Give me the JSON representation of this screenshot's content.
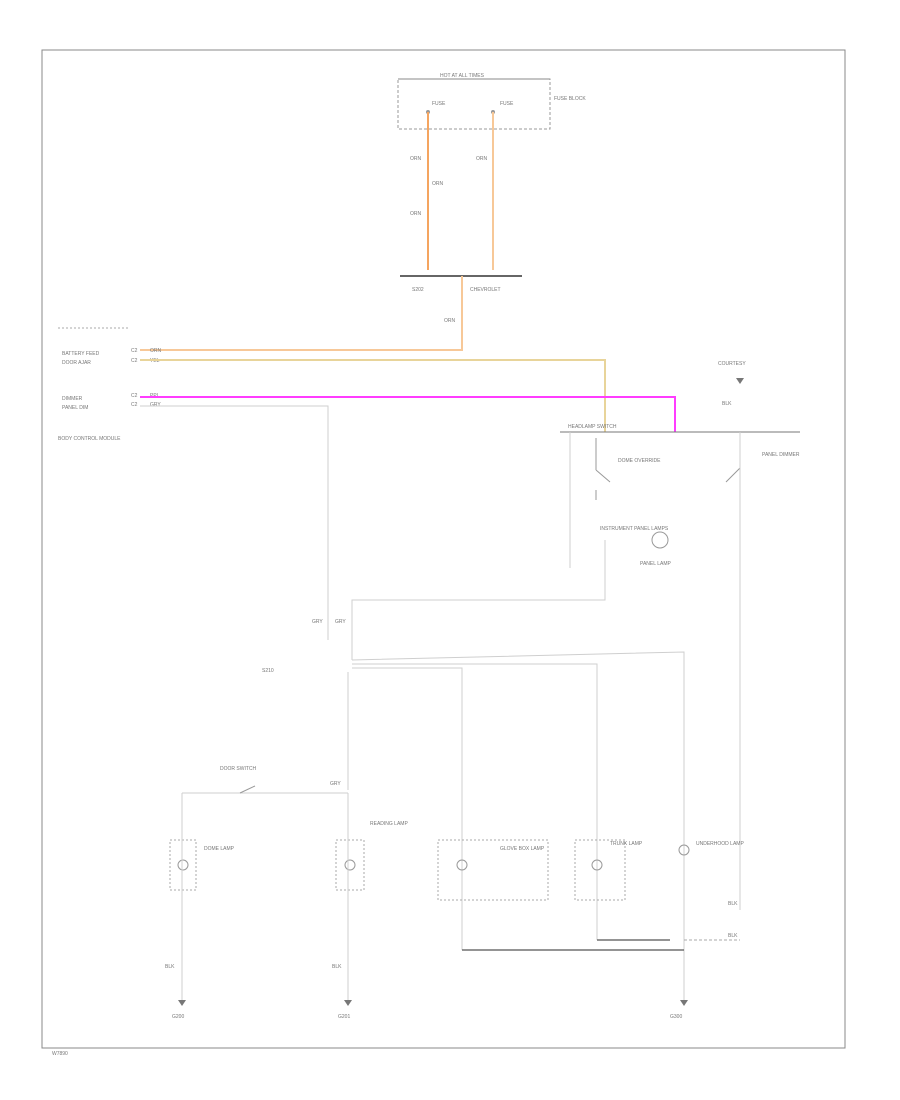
{
  "colors": {
    "orange": "#f5a560",
    "light_orange": "#f7c898",
    "tan": "#e8d49a",
    "magenta": "#ff3cff",
    "gray": "#cfcfcf",
    "dark": "#555555"
  },
  "labels": {
    "fuse_box": "HOT AT ALL TIMES",
    "fuse_a": "FUSE",
    "fuse_b": "FUSE",
    "fuse_note": "FUSE BLOCK",
    "w1": "ORN",
    "w2": "ORN",
    "w3": "ORN",
    "w4": "ORN",
    "w5": "ORN",
    "splice_left": "S202",
    "splice_right": "CHEVROLET",
    "bcm_title": "BODY CONTROL MODULE",
    "bcm_r1": "BATTERY FEED",
    "bcm_r2": "DOOR AJAR",
    "bcm_r3": "DIMMER",
    "bcm_r4": "PANEL DIM",
    "bcm_p1": "C2",
    "bcm_p2": "C2",
    "bcm_p3": "C2",
    "bcm_p4": "C2",
    "bcm_w1": "ORN",
    "bcm_w2": "YEL",
    "bcm_w3": "PPL",
    "bcm_w4": "GRY",
    "bcm_note": "BODY CONTROL MODULE",
    "hl_switch": "HEADLAMP SWITCH",
    "hl_dome": "DOME OVERRIDE",
    "hl_panel": "PANEL DIMMER",
    "hl_lamp": "PANEL LAMP",
    "hl_instr": "INSTRUMENT PANEL LAMPS",
    "ctsy": "COURTESY",
    "ctsy_pin": "BLK",
    "splice_mid": "S210",
    "gry_a": "GRY",
    "gry_b": "GRY",
    "gry_c": "GRY",
    "dome_lbl": "DOME LAMP",
    "door_sw": "DOOR SWITCH",
    "l_dome": "DOME LAMP",
    "l_read": "READING LAMP",
    "l_glove": "GLOVE BOX LAMP",
    "l_trunk": "TRUNK LAMP",
    "l_under": "UNDERHOOD LAMP",
    "gnd_1": "G200",
    "gnd_2": "G201",
    "gnd_3": "G300",
    "blk_1": "BLK",
    "blk_2": "BLK",
    "blk_3": "BLK",
    "blk_4": "BLK",
    "footer_code": "W7890"
  }
}
